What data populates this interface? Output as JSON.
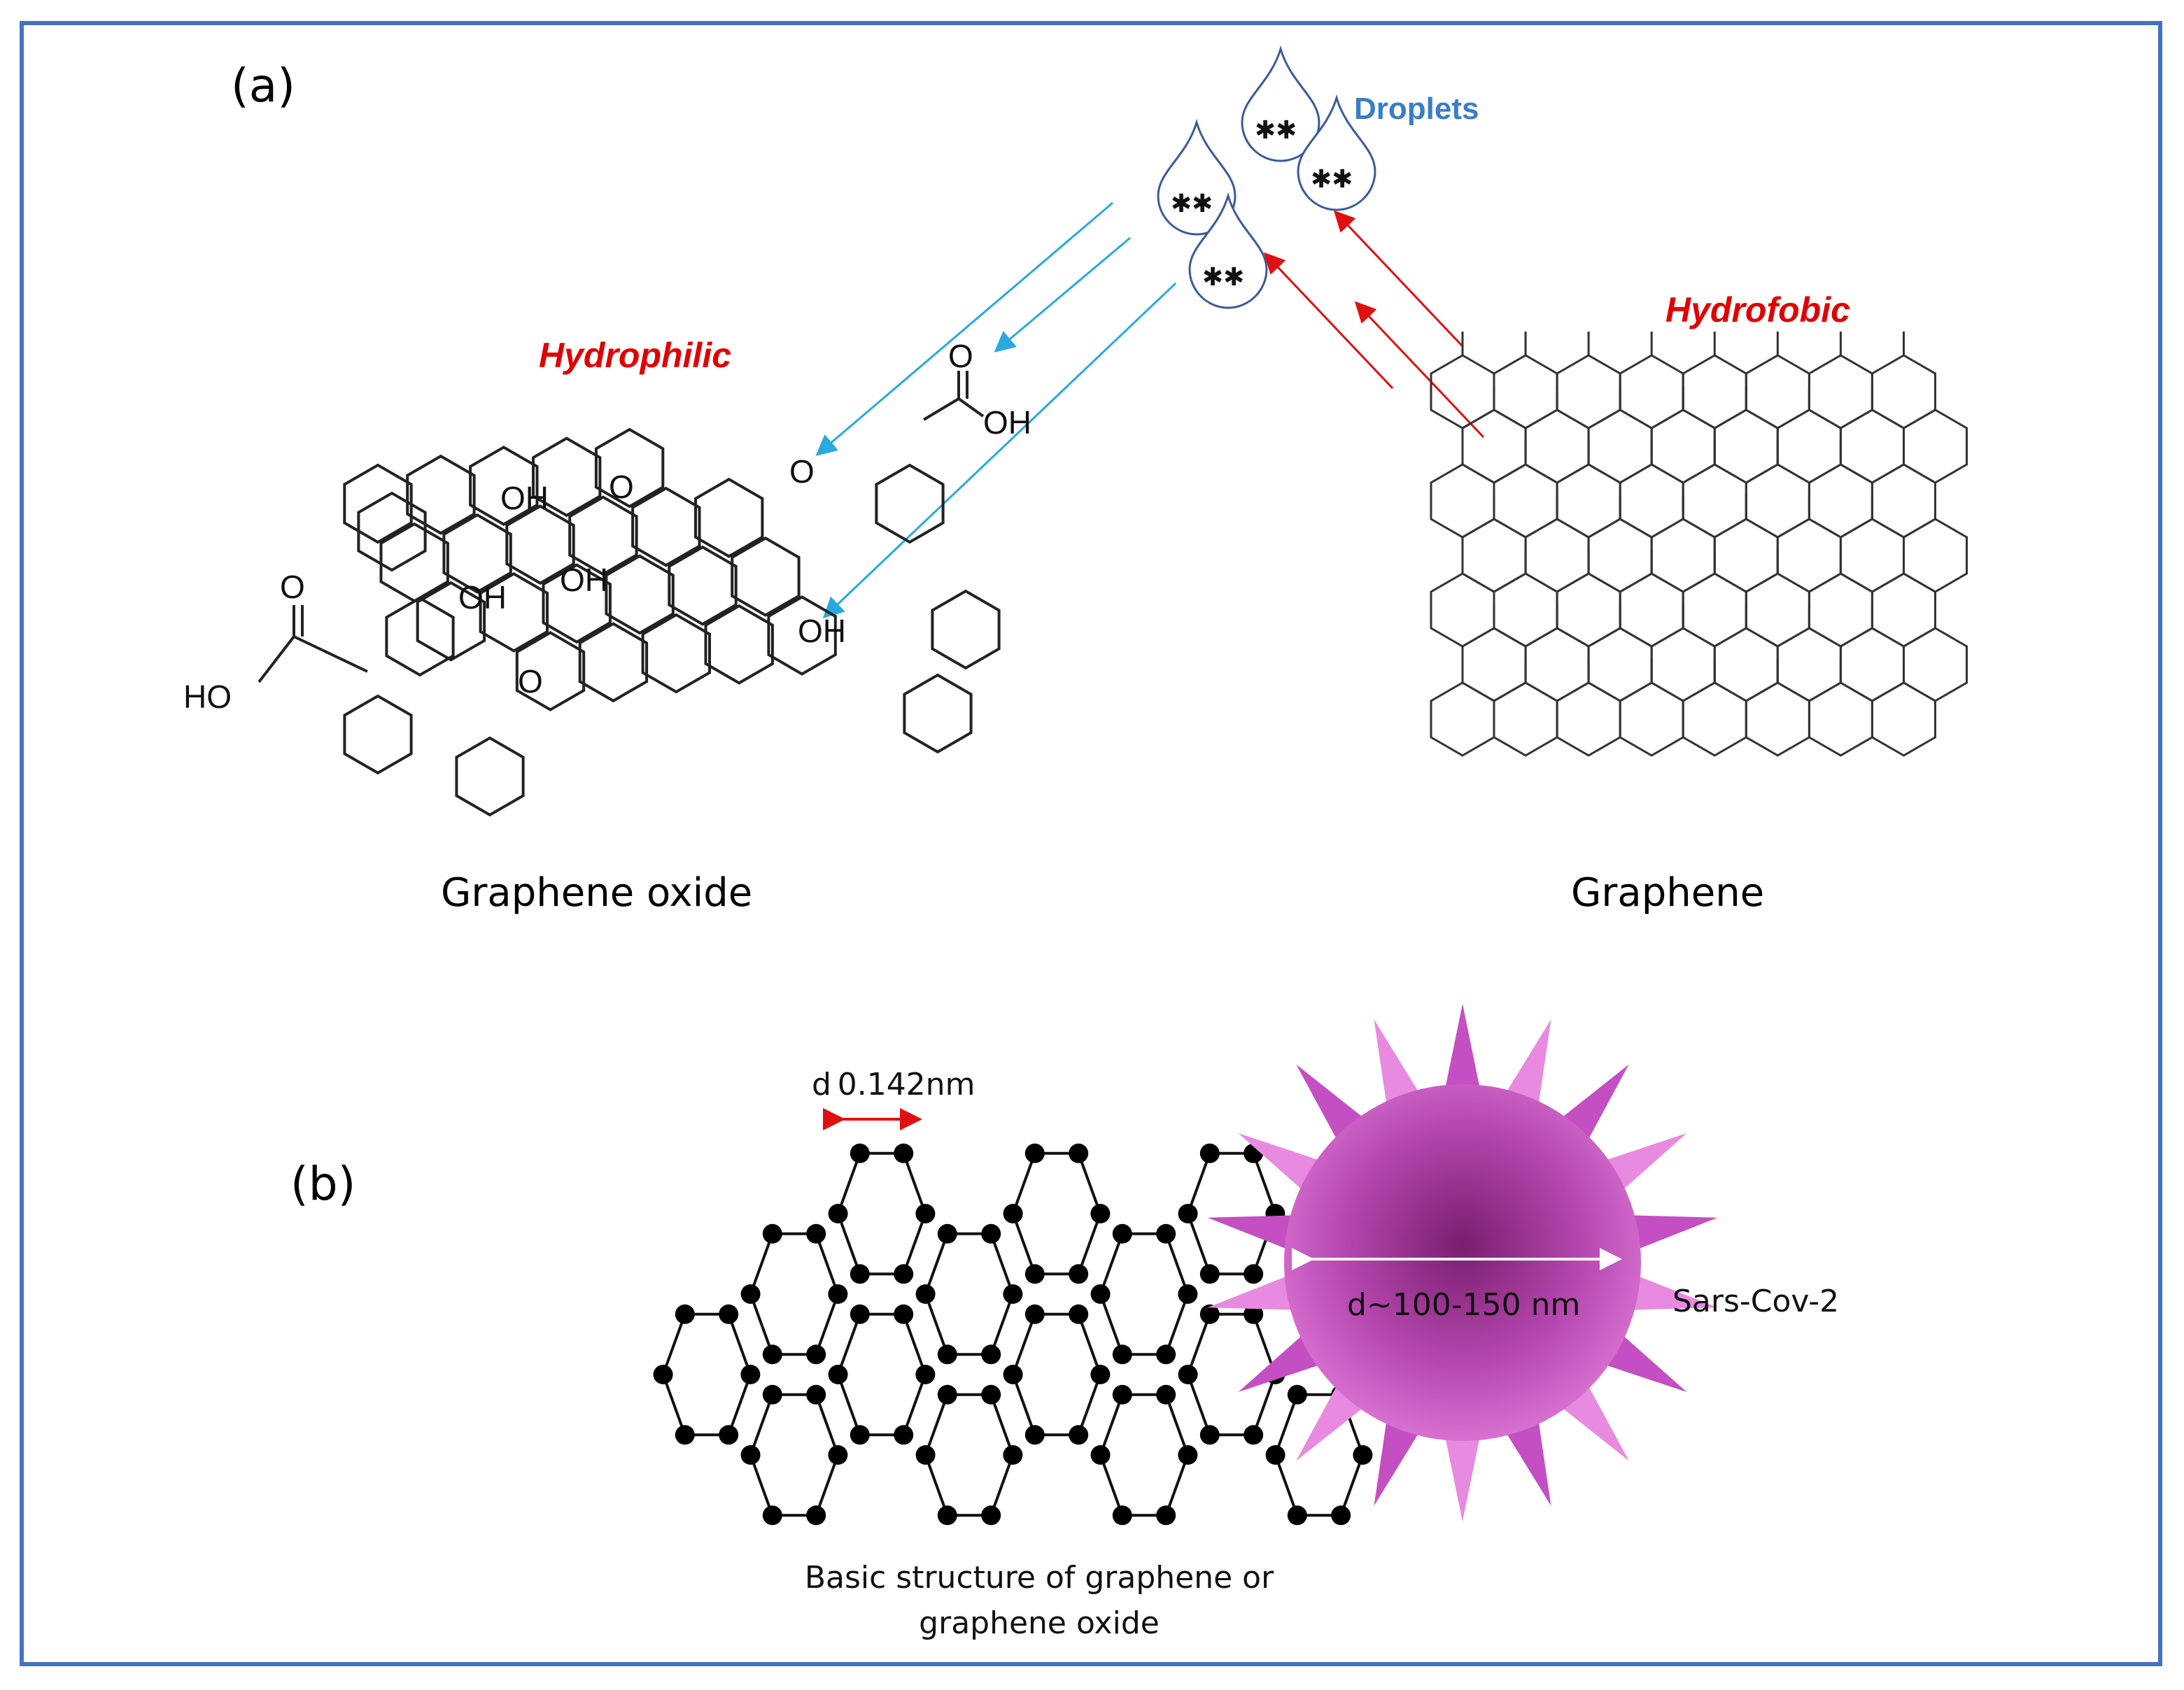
{
  "panels": {
    "a": {
      "label": "(a)",
      "droplets_label": "Droplets",
      "hydrophilic_label": "Hydrophilic",
      "hydrophobic_label": "Hydrofobic",
      "left_caption": "Graphene oxide",
      "right_caption": "Graphene",
      "groups": {
        "oh": "OH",
        "o": "O",
        "ho": "HO"
      }
    },
    "b": {
      "label": "(b)",
      "bond_length_label": "d 0.142nm",
      "virus_diameter_label": "d~100-150 nm",
      "virus_name": "Sars-Cov-2",
      "caption_line1": "Basic structure of graphene or",
      "caption_line2": "graphene oxide"
    }
  },
  "colors": {
    "frame": "#4472c4",
    "droplet_label": "#3b7dc6",
    "red_text": "#e00000",
    "blue_arrow": "#2aa8e0",
    "red_arrow": "#e01010",
    "virus": "#c44fc2"
  }
}
